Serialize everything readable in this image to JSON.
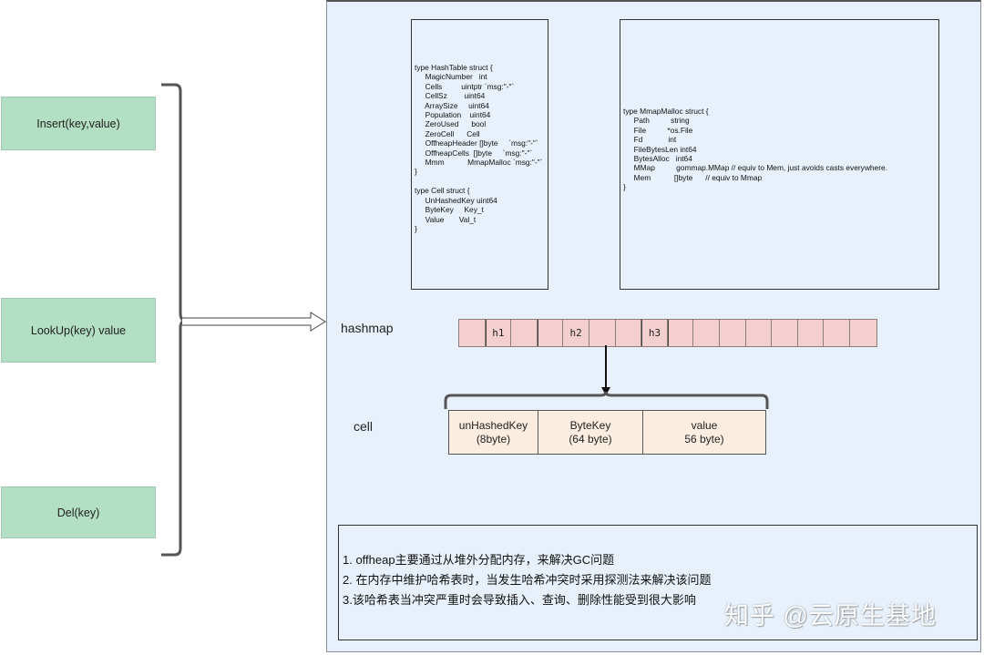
{
  "operations": [
    {
      "label": "Insert(key,value)"
    },
    {
      "label": "LookUp(key) value"
    },
    {
      "label": "Del(key)"
    }
  ],
  "hashtable_struct": {
    "lines": [
      "type HashTable struct {",
      "     MagicNumber   int",
      "     Cells         uintptr `msg:\"-\"`",
      "     CellSz        uint64",
      "     ArraySize     uint64",
      "     Population    uint64",
      "     ZeroUsed      bool",
      "     ZeroCell      Cell",
      "     OffheapHeader []byte     `msg:\"-\"`",
      "     OffheapCells  []byte     `msg:\"-\"`",
      "     Mmm           MmapMalloc `msg:\"-\"`",
      "}",
      "",
      "type Cell struct {",
      "     UnHashedKey uint64",
      "     ByteKey     Key_t",
      "     Value       Val_t",
      "}"
    ]
  },
  "mmapmalloc_struct": {
    "lines": [
      "type MmapMalloc struct {",
      "     Path          string",
      "     File          *os.File",
      "     Fd            int",
      "     FileBytesLen int64",
      "     BytesAlloc   int64",
      "     MMap          gommap.MMap // equiv to Mem, just avoids casts everywhere.",
      "     Mem           []byte      // equiv to Mmap",
      "}"
    ]
  },
  "hashmap": {
    "label": "hashmap",
    "cells": [
      "",
      "h1",
      "",
      "",
      "h2",
      "",
      "",
      "h3",
      "",
      "",
      "",
      "",
      "",
      "",
      "",
      ""
    ],
    "strong_borders_before": [
      1,
      3,
      7,
      8
    ],
    "pointer_from_index": 5
  },
  "cell": {
    "label": "cell",
    "parts": [
      {
        "name": "unHashedKey",
        "size": "(8byte)"
      },
      {
        "name": "ByteKey",
        "size": "(64 byte)"
      },
      {
        "name": "value",
        "size": "56 byte)"
      }
    ]
  },
  "notes": [
    "1. offheap主要通过从堆外分配内存，来解决GC问题",
    "2. 在内存中维护哈希表时，当发生哈希冲突时采用探测法来解决该问题",
    "3.该哈希表当冲突严重时会导致插入、查询、删除性能受到很大影响"
  ],
  "watermark": "知乎 @云原生基地",
  "colors": {
    "op_fill": "#b3dfc4",
    "panel_fill": "#e8f1fb",
    "hashmap_cell_fill": "#f4cfd0",
    "cell_fill": "#fbeee0"
  }
}
